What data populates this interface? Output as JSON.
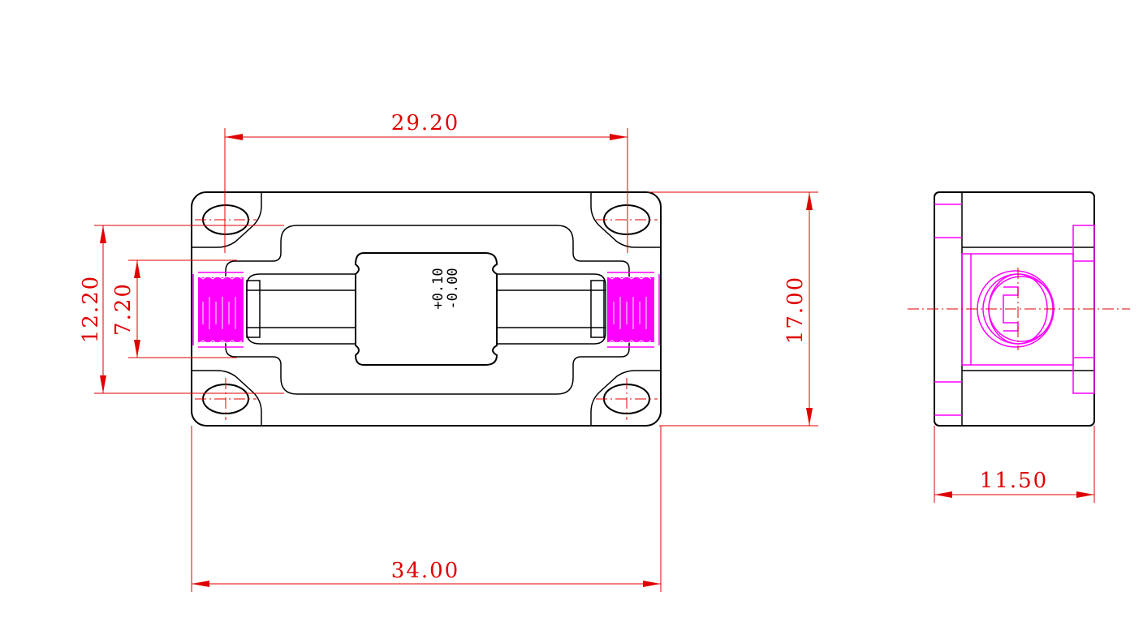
{
  "dimensions": {
    "hole_spacing": "29.20",
    "overall_length": "34.00",
    "overall_height": "17.00",
    "hole_vertical_spacing": "12.20",
    "slot_height": "7.20",
    "side_width": "11.50"
  },
  "tolerance": {
    "upper": "+0.10",
    "lower": "-0.00"
  },
  "colors": {
    "outline": "#000000",
    "dimension": "#e00000",
    "thread": "#ff00ff"
  }
}
